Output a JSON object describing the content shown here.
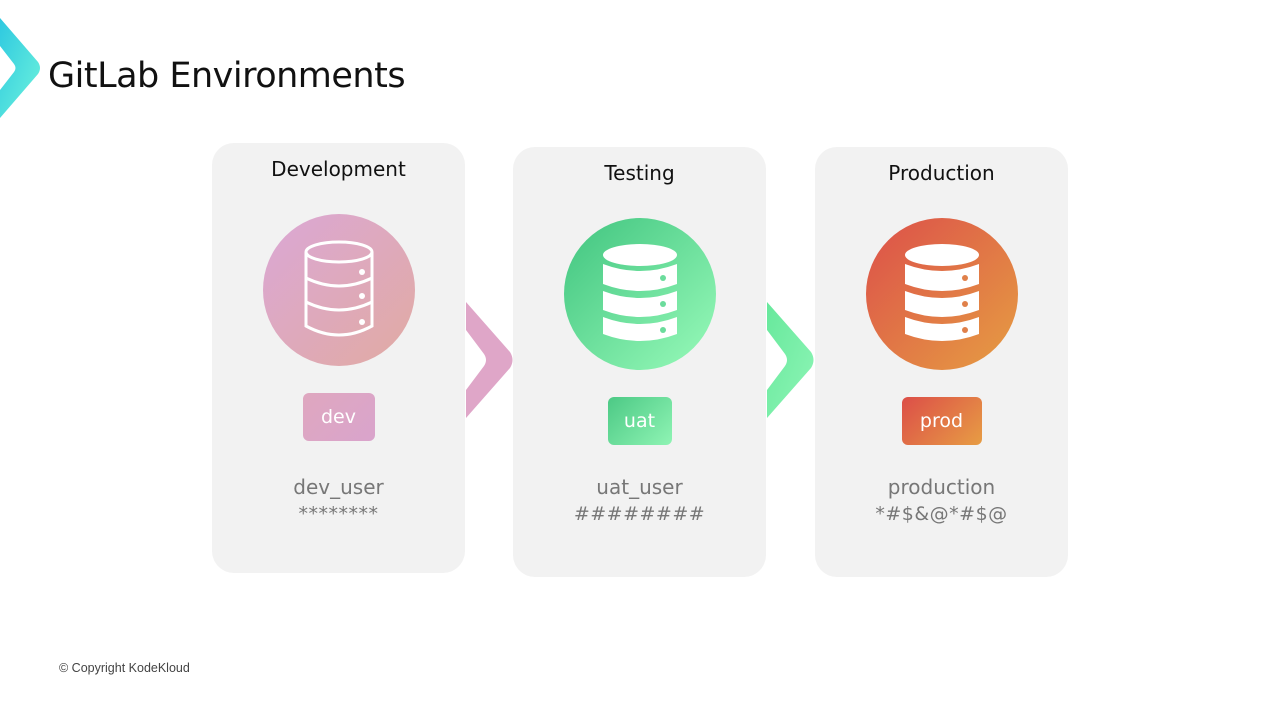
{
  "slide": {
    "title": "GitLab Environments",
    "copyright": "© Copyright KodeKloud",
    "logo_icon": "chevron-right-icon",
    "logo_color_start": "#2ec9e0",
    "logo_color_end": "#5ef0e0"
  },
  "environments": [
    {
      "name": "Development",
      "icon": "database-icon",
      "badge": "dev",
      "user": "dev_user",
      "password": "********",
      "color_start": "#dca8d4",
      "color_end": "#e2a9a0"
    },
    {
      "name": "Testing",
      "icon": "database-icon",
      "badge": "uat",
      "user": "uat_user",
      "password": "########",
      "color_start": "#47c985",
      "color_end": "#95f9b8"
    },
    {
      "name": "Production",
      "icon": "database-icon",
      "badge": "prod",
      "user": "production",
      "password": "*#$&@*#$@",
      "color_start": "#dd5148",
      "color_end": "#e49a43"
    }
  ],
  "flow_arrows": [
    {
      "icon": "chevron-right-icon",
      "color_start": "#dfa6cf",
      "color_end": "#dfa8c0"
    },
    {
      "icon": "chevron-right-icon",
      "color_start": "#67e89c",
      "color_end": "#8ef5b6"
    }
  ]
}
